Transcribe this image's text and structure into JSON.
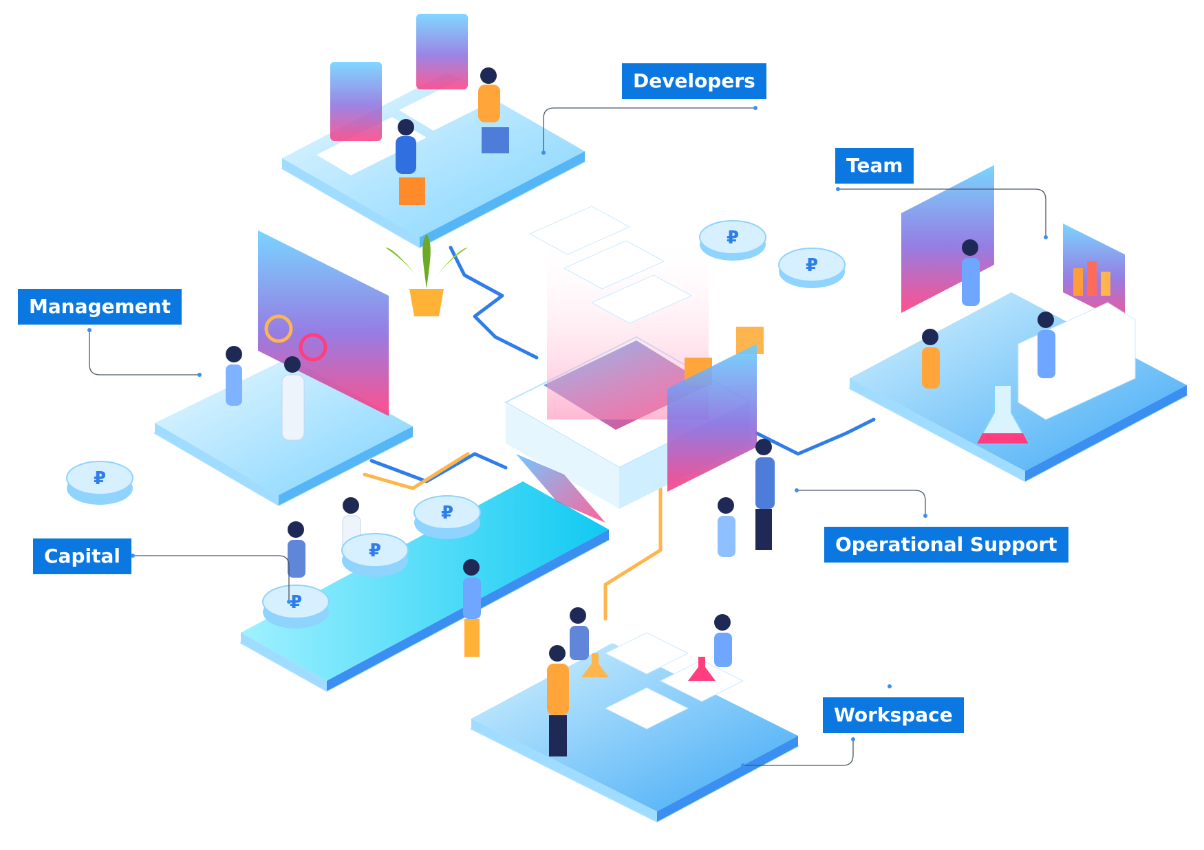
{
  "labels": {
    "developers": "Developers",
    "team": "Team",
    "management": "Management",
    "capital": "Capital",
    "operational_support": "Operational Support",
    "workspace": "Workspace"
  },
  "colors": {
    "label_bg": "#0a78e0",
    "label_text": "#ffffff",
    "platform_top": "#bfe9ff",
    "platform_edge": "#3b8ff0",
    "cyan": "#22d3f5",
    "pink": "#ff3d7f",
    "orange": "#ffa53a",
    "coin": "#d6f0ff"
  },
  "icons": [
    "ruble-coin-icon",
    "plant-icon",
    "flask-icon",
    "chart-screen-icon",
    "person-icon"
  ]
}
